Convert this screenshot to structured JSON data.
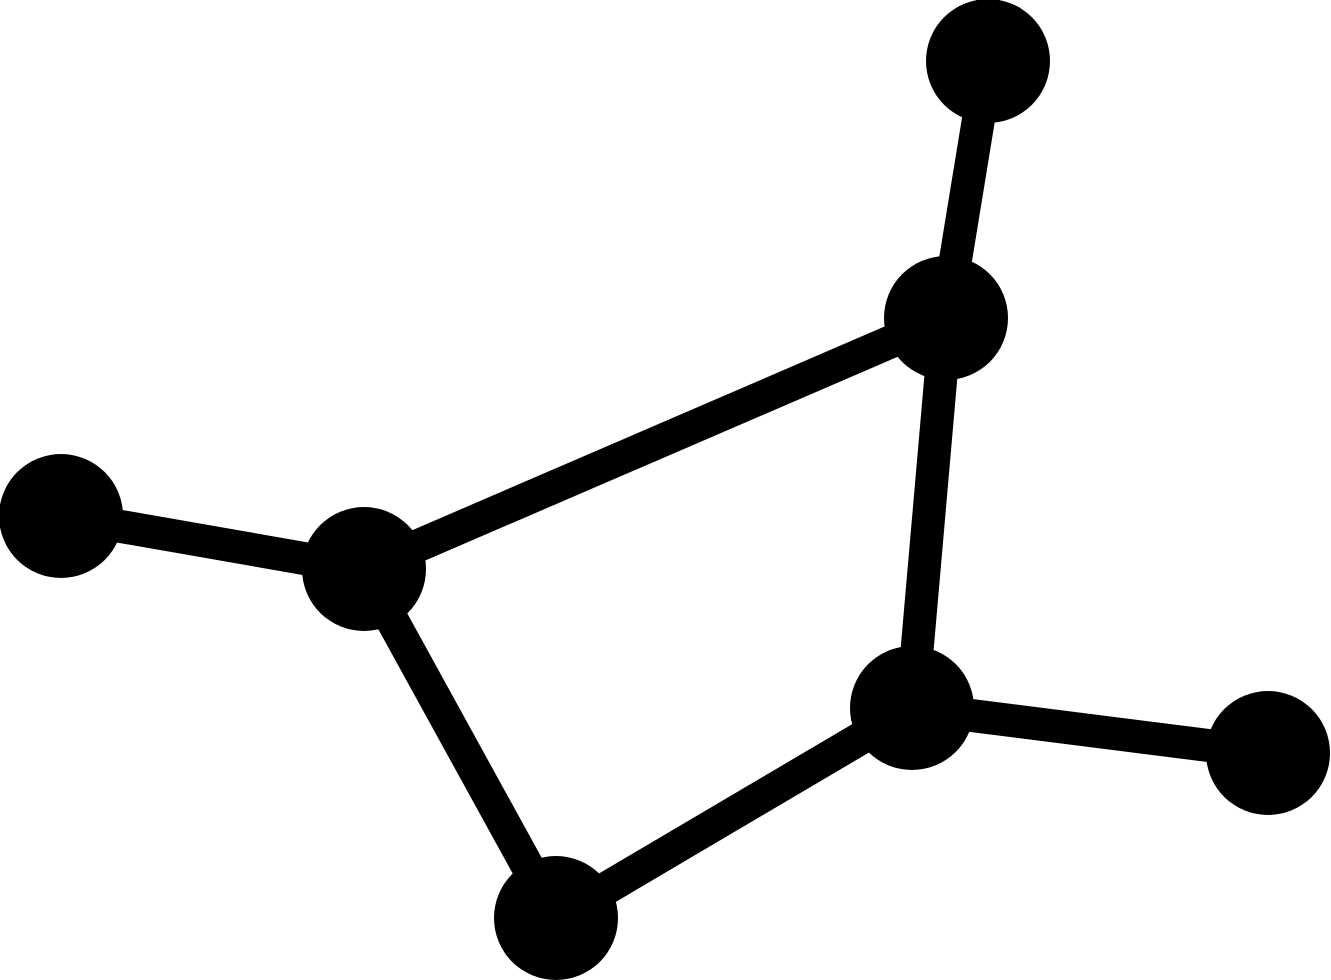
{
  "diagram": {
    "kind": "network-graph-icon",
    "colors": {
      "background": "#ffffff",
      "foreground": "#000000"
    },
    "nodes": [
      {
        "id": "node-top"
      },
      {
        "id": "node-upper-right"
      },
      {
        "id": "node-left"
      },
      {
        "id": "node-center-left"
      },
      {
        "id": "node-lower-right"
      },
      {
        "id": "node-far-right"
      },
      {
        "id": "node-bottom"
      }
    ],
    "edges": [
      {
        "from": "node-top",
        "to": "node-upper-right"
      },
      {
        "from": "node-upper-right",
        "to": "node-center-left"
      },
      {
        "from": "node-upper-right",
        "to": "node-lower-right"
      },
      {
        "from": "node-left",
        "to": "node-center-left"
      },
      {
        "from": "node-center-left",
        "to": "node-bottom"
      },
      {
        "from": "node-lower-right",
        "to": "node-bottom"
      },
      {
        "from": "node-lower-right",
        "to": "node-far-right"
      }
    ]
  }
}
